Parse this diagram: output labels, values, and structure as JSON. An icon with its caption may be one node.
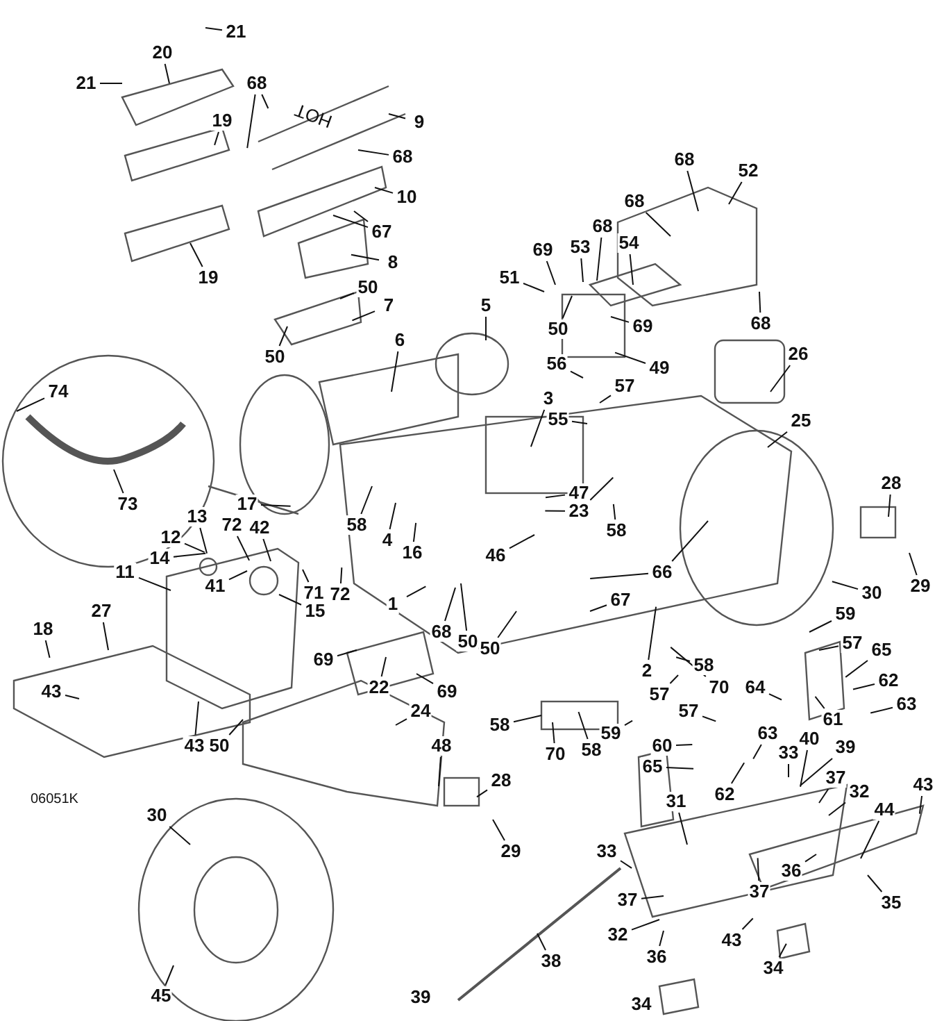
{
  "diagram": {
    "nodes": [
      {
        "text": [
          "21"
        ]
      },
      {
        "text": [
          "21"
        ]
      },
      {
        "text": [
          "20"
        ]
      },
      {
        "text": [
          "68"
        ]
      },
      {
        "text": [
          "19"
        ]
      },
      {
        "text": [
          "9"
        ]
      },
      {
        "text": [
          "68"
        ]
      },
      {
        "text": [
          "10"
        ]
      },
      {
        "text": [
          "67"
        ]
      },
      {
        "text": [
          "8"
        ]
      },
      {
        "text": [
          "19"
        ]
      },
      {
        "text": [
          "50"
        ]
      },
      {
        "text": [
          "7"
        ]
      },
      {
        "text": [
          "68"
        ]
      },
      {
        "text": [
          "52"
        ]
      },
      {
        "text": [
          "68"
        ]
      },
      {
        "text": [
          "68"
        ]
      },
      {
        "text": [
          "54"
        ]
      },
      {
        "text": [
          "69"
        ]
      },
      {
        "text": [
          "53"
        ]
      },
      {
        "text": [
          "51"
        ]
      },
      {
        "text": [
          "5"
        ]
      },
      {
        "text": [
          "50"
        ]
      },
      {
        "text": [
          "69"
        ]
      },
      {
        "text": [
          "68"
        ]
      },
      {
        "text": [
          "6"
        ]
      },
      {
        "text": [
          "50"
        ]
      },
      {
        "text": [
          "49"
        ]
      },
      {
        "text": [
          "56"
        ]
      },
      {
        "text": [
          "57"
        ]
      },
      {
        "text": [
          "26"
        ]
      },
      {
        "text": [
          "3"
        ]
      },
      {
        "text": [
          "55"
        ]
      },
      {
        "text": [
          "74"
        ]
      },
      {
        "text": [
          "25"
        ]
      },
      {
        "text": [
          "28"
        ]
      },
      {
        "text": [
          "47"
        ]
      },
      {
        "text": [
          "73"
        ]
      },
      {
        "text": [
          "17"
        ]
      },
      {
        "text": [
          "23"
        ]
      },
      {
        "text": [
          "13"
        ]
      },
      {
        "text": [
          "72"
        ]
      },
      {
        "text": [
          "42"
        ]
      },
      {
        "text": [
          "58"
        ]
      },
      {
        "text": [
          "58"
        ]
      },
      {
        "text": [
          "12"
        ]
      },
      {
        "text": [
          "4"
        ]
      },
      {
        "text": [
          "16"
        ]
      },
      {
        "text": [
          "14"
        ]
      },
      {
        "text": [
          "46"
        ]
      },
      {
        "text": [
          "11"
        ]
      },
      {
        "text": [
          "41"
        ]
      },
      {
        "text": [
          "66"
        ]
      },
      {
        "text": [
          "29"
        ]
      },
      {
        "text": [
          "30"
        ]
      },
      {
        "text": [
          "71"
        ]
      },
      {
        "text": [
          "72"
        ]
      },
      {
        "text": [
          "67"
        ]
      },
      {
        "text": [
          "1"
        ]
      },
      {
        "text": [
          "15"
        ]
      },
      {
        "text": [
          "27"
        ]
      },
      {
        "text": [
          "59"
        ]
      },
      {
        "text": [
          "18"
        ]
      },
      {
        "text": [
          "68"
        ]
      },
      {
        "text": [
          "50"
        ]
      },
      {
        "text": [
          "57"
        ]
      },
      {
        "text": [
          "65"
        ]
      },
      {
        "text": [
          "50"
        ]
      },
      {
        "text": [
          "69"
        ]
      },
      {
        "text": [
          "58"
        ]
      },
      {
        "text": [
          "2"
        ]
      },
      {
        "text": [
          "62"
        ]
      },
      {
        "text": [
          "22"
        ]
      },
      {
        "text": [
          "69"
        ]
      },
      {
        "text": [
          "64"
        ]
      },
      {
        "text": [
          "70"
        ]
      },
      {
        "text": [
          "43"
        ]
      },
      {
        "text": [
          "57"
        ]
      },
      {
        "text": [
          "63"
        ]
      },
      {
        "text": [
          "24"
        ]
      },
      {
        "text": [
          "57"
        ]
      },
      {
        "text": [
          "61"
        ]
      },
      {
        "text": [
          "58"
        ]
      },
      {
        "text": [
          "59"
        ]
      },
      {
        "text": [
          "63"
        ]
      },
      {
        "text": [
          "60"
        ]
      },
      {
        "text": [
          "43"
        ]
      },
      {
        "text": [
          "50"
        ]
      },
      {
        "text": [
          "48"
        ]
      },
      {
        "text": [
          "33"
        ]
      },
      {
        "text": [
          "40"
        ]
      },
      {
        "text": [
          "39"
        ]
      },
      {
        "text": [
          "70"
        ]
      },
      {
        "text": [
          "58"
        ]
      },
      {
        "text": [
          "65"
        ]
      },
      {
        "text": [
          "37"
        ]
      },
      {
        "text": [
          "28"
        ]
      },
      {
        "text": [
          "43"
        ]
      },
      {
        "text": [
          "62"
        ]
      },
      {
        "text": [
          "32"
        ]
      },
      {
        "text": [
          "31"
        ]
      },
      {
        "text": [
          "44"
        ]
      },
      {
        "text": [
          "30"
        ]
      },
      {
        "text": [
          "29"
        ]
      },
      {
        "text": [
          "33"
        ]
      },
      {
        "text": [
          "36"
        ]
      },
      {
        "text": [
          "37"
        ]
      },
      {
        "text": [
          "35"
        ]
      },
      {
        "text": [
          "37"
        ]
      },
      {
        "text": [
          "32"
        ]
      },
      {
        "text": [
          "43"
        ]
      },
      {
        "text": [
          "36"
        ]
      },
      {
        "text": [
          "38"
        ]
      },
      {
        "text": [
          "34"
        ]
      },
      {
        "text": [
          "45"
        ]
      },
      {
        "text": [
          "39"
        ]
      },
      {
        "text": [
          "34"
        ]
      }
    ],
    "edges": [
      {
        "from": 0,
        "to": null,
        "arrow": "none"
      },
      {
        "from": 1,
        "to": null,
        "arrow": "none"
      },
      {
        "from": 2,
        "to": null,
        "arrow": "none"
      },
      {
        "from": 3,
        "to": null,
        "arrow": "none"
      },
      {
        "from": 3,
        "to": null,
        "arrow": "none"
      },
      {
        "from": 4,
        "to": null,
        "arrow": "none"
      },
      {
        "from": 5,
        "to": null,
        "arrow": "none"
      },
      {
        "from": 6,
        "to": null,
        "arrow": "none"
      },
      {
        "from": 7,
        "to": null,
        "arrow": "none"
      },
      {
        "from": 8,
        "to": null,
        "arrow": "none"
      },
      {
        "from": 8,
        "to": null,
        "arrow": "none"
      },
      {
        "from": 9,
        "to": null,
        "arrow": "none"
      },
      {
        "from": 10,
        "to": null,
        "arrow": "none"
      },
      {
        "from": 11,
        "to": null,
        "arrow": "none"
      },
      {
        "from": 12,
        "to": null,
        "arrow": "none"
      },
      {
        "from": 13,
        "to": null,
        "arrow": "none"
      },
      {
        "from": 14,
        "to": null,
        "arrow": "none"
      },
      {
        "from": 15,
        "to": null,
        "arrow": "none"
      },
      {
        "from": 16,
        "to": null,
        "arrow": "none"
      },
      {
        "from": 17,
        "to": null,
        "arrow": "none"
      },
      {
        "from": 18,
        "to": null,
        "arrow": "none"
      },
      {
        "from": 19,
        "to": null,
        "arrow": "none"
      },
      {
        "from": 20,
        "to": null,
        "arrow": "none"
      },
      {
        "from": 21,
        "to": null,
        "arrow": "none"
      },
      {
        "from": 22,
        "to": null,
        "arrow": "none"
      },
      {
        "from": 23,
        "to": null,
        "arrow": "none"
      },
      {
        "from": 24,
        "to": null,
        "arrow": "none"
      },
      {
        "from": 25,
        "to": null,
        "arrow": "none"
      },
      {
        "from": 26,
        "to": null,
        "arrow": "none"
      },
      {
        "from": 27,
        "to": null,
        "arrow": "none"
      },
      {
        "from": 28,
        "to": null,
        "arrow": "none"
      },
      {
        "from": 29,
        "to": null,
        "arrow": "none"
      },
      {
        "from": 30,
        "to": null,
        "arrow": "none"
      },
      {
        "from": 31,
        "to": null,
        "arrow": "none"
      },
      {
        "from": 32,
        "to": null,
        "arrow": "none"
      },
      {
        "from": 33,
        "to": null,
        "arrow": "none"
      },
      {
        "from": 34,
        "to": null,
        "arrow": "none"
      },
      {
        "from": 35,
        "to": null,
        "arrow": "none"
      },
      {
        "from": 36,
        "to": null,
        "arrow": "none"
      },
      {
        "from": 37,
        "to": null,
        "arrow": "none"
      },
      {
        "from": 38,
        "to": null,
        "arrow": "none"
      },
      {
        "from": 39,
        "to": null,
        "arrow": "none"
      },
      {
        "from": 39,
        "to": null,
        "arrow": "none"
      },
      {
        "from": 40,
        "to": null,
        "arrow": "none"
      },
      {
        "from": 41,
        "to": null,
        "arrow": "none"
      },
      {
        "from": 42,
        "to": null,
        "arrow": "none"
      },
      {
        "from": 43,
        "to": null,
        "arrow": "none"
      },
      {
        "from": 44,
        "to": null,
        "arrow": "none"
      },
      {
        "from": 45,
        "to": null,
        "arrow": "none"
      },
      {
        "from": 46,
        "to": null,
        "arrow": "none"
      },
      {
        "from": 47,
        "to": null,
        "arrow": "none"
      },
      {
        "from": 48,
        "to": null,
        "arrow": "none"
      },
      {
        "from": 49,
        "to": null,
        "arrow": "none"
      },
      {
        "from": 50,
        "to": null,
        "arrow": "none"
      },
      {
        "from": 51,
        "to": null,
        "arrow": "none"
      },
      {
        "from": 52,
        "to": null,
        "arrow": "none"
      },
      {
        "from": 52,
        "to": null,
        "arrow": "none"
      },
      {
        "from": 53,
        "to": null,
        "arrow": "none"
      },
      {
        "from": 54,
        "to": null,
        "arrow": "none"
      },
      {
        "from": 55,
        "to": null,
        "arrow": "none"
      },
      {
        "from": 56,
        "to": null,
        "arrow": "none"
      },
      {
        "from": 57,
        "to": null,
        "arrow": "none"
      },
      {
        "from": 58,
        "to": null,
        "arrow": "none"
      },
      {
        "from": 59,
        "to": null,
        "arrow": "none"
      },
      {
        "from": 60,
        "to": null,
        "arrow": "none"
      },
      {
        "from": 61,
        "to": null,
        "arrow": "none"
      },
      {
        "from": 62,
        "to": null,
        "arrow": "none"
      },
      {
        "from": 63,
        "to": null,
        "arrow": "none"
      },
      {
        "from": 64,
        "to": null,
        "arrow": "none"
      },
      {
        "from": 65,
        "to": null,
        "arrow": "none"
      },
      {
        "from": 66,
        "to": null,
        "arrow": "none"
      },
      {
        "from": 67,
        "to": null,
        "arrow": "none"
      },
      {
        "from": 68,
        "to": null,
        "arrow": "none"
      },
      {
        "from": 69,
        "to": null,
        "arrow": "none"
      },
      {
        "from": 70,
        "to": null,
        "arrow": "none"
      },
      {
        "from": 71,
        "to": null,
        "arrow": "none"
      },
      {
        "from": 72,
        "to": null,
        "arrow": "none"
      },
      {
        "from": 73,
        "to": null,
        "arrow": "none"
      },
      {
        "from": 74,
        "to": null,
        "arrow": "none"
      },
      {
        "from": 75,
        "to": null,
        "arrow": "none"
      },
      {
        "from": 76,
        "to": null,
        "arrow": "none"
      },
      {
        "from": 77,
        "to": null,
        "arrow": "none"
      },
      {
        "from": 78,
        "to": null,
        "arrow": "none"
      },
      {
        "from": 79,
        "to": null,
        "arrow": "none"
      },
      {
        "from": 80,
        "to": null,
        "arrow": "none"
      },
      {
        "from": 81,
        "to": null,
        "arrow": "none"
      },
      {
        "from": 82,
        "to": null,
        "arrow": "none"
      },
      {
        "from": 83,
        "to": null,
        "arrow": "none"
      },
      {
        "from": 84,
        "to": null,
        "arrow": "none"
      },
      {
        "from": 85,
        "to": null,
        "arrow": "none"
      },
      {
        "from": 86,
        "to": null,
        "arrow": "none"
      },
      {
        "from": 87,
        "to": null,
        "arrow": "none"
      },
      {
        "from": 88,
        "to": null,
        "arrow": "none"
      },
      {
        "from": 89,
        "to": null,
        "arrow": "none"
      },
      {
        "from": 90,
        "to": null,
        "arrow": "none"
      },
      {
        "from": 91,
        "to": null,
        "arrow": "none"
      },
      {
        "from": 92,
        "to": null,
        "arrow": "none"
      },
      {
        "from": 93,
        "to": null,
        "arrow": "none"
      },
      {
        "from": 94,
        "to": null,
        "arrow": "none"
      },
      {
        "from": 95,
        "to": null,
        "arrow": "none"
      },
      {
        "from": 96,
        "to": null,
        "arrow": "none"
      },
      {
        "from": 97,
        "to": null,
        "arrow": "none"
      },
      {
        "from": 98,
        "to": null,
        "arrow": "none"
      },
      {
        "from": 99,
        "to": null,
        "arrow": "none"
      },
      {
        "from": 100,
        "to": null,
        "arrow": "none"
      },
      {
        "from": 101,
        "to": null,
        "arrow": "none"
      },
      {
        "from": 102,
        "to": null,
        "arrow": "none"
      },
      {
        "from": 103,
        "to": null,
        "arrow": "none"
      },
      {
        "from": 104,
        "to": null,
        "arrow": "none"
      },
      {
        "from": 105,
        "to": null,
        "arrow": "none"
      },
      {
        "from": 106,
        "to": null,
        "arrow": "none"
      },
      {
        "from": 107,
        "to": null,
        "arrow": "none"
      },
      {
        "from": 108,
        "to": null,
        "arrow": "none"
      },
      {
        "from": 109,
        "to": null,
        "arrow": "none"
      },
      {
        "from": 110,
        "to": null,
        "arrow": "none"
      },
      {
        "from": 111,
        "to": null,
        "arrow": "none"
      },
      {
        "from": 112,
        "to": null,
        "arrow": "none"
      },
      {
        "from": 113,
        "to": null,
        "arrow": "none"
      },
      {
        "from": 114,
        "to": null,
        "arrow": "none"
      }
    ],
    "labels": [
      "HOT",
      "06051K"
    ]
  }
}
